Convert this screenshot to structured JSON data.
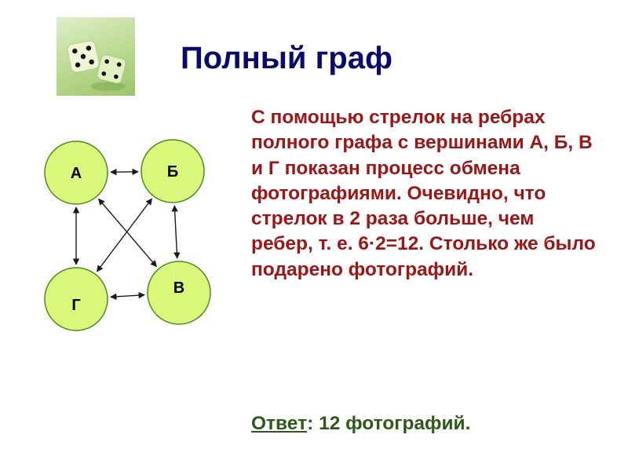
{
  "slide": {
    "title": "Полный граф",
    "description": "С помощью стрелок на ребрах полного графа с вершинами А, Б, В и Г показан процесс обмена фотографиями. Очевидно, что стрелок в 2 раза больше, чем ребер, т. е. 6·2=12. Столько же было подарено фотографий.",
    "answer_label": "Ответ",
    "answer_sep": ":",
    "answer_value": " 12 фотографий."
  },
  "graph": {
    "vertices": [
      {
        "id": "A",
        "label": "А"
      },
      {
        "id": "B",
        "label": "Б"
      },
      {
        "id": "V",
        "label": "В"
      },
      {
        "id": "G",
        "label": "Г"
      }
    ],
    "edges": [
      {
        "from": "A",
        "to": "B"
      },
      {
        "from": "A",
        "to": "G"
      },
      {
        "from": "B",
        "to": "V"
      },
      {
        "from": "G",
        "to": "V"
      },
      {
        "from": "A",
        "to": "V"
      },
      {
        "from": "B",
        "to": "G"
      }
    ]
  },
  "colors": {
    "title": "#0b0b6e",
    "text": "#a01414",
    "answer": "#2d5a18",
    "node_fill": "#d9f77a",
    "node_stroke": "#4e8a1e",
    "arrow": "#1a1a1a"
  }
}
